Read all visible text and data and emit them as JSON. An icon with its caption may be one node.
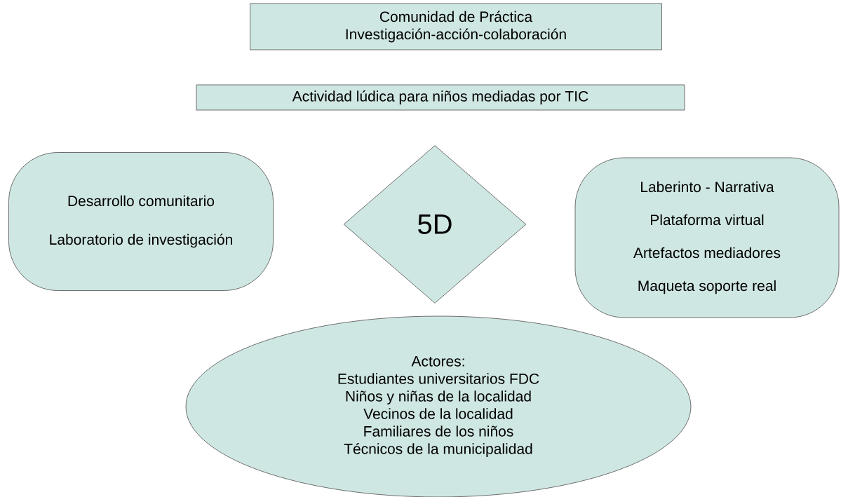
{
  "diagram": {
    "nodes": [
      {
        "text": [
          "Comunidad de Práctica",
          "Investigación-acción-colaboración"
        ]
      },
      {
        "text": [
          "Actividad lúdica para niños mediadas por TIC"
        ]
      },
      {
        "text": [
          "Desarrollo comunitario",
          "Laboratorio de investigación"
        ]
      },
      {
        "text": [
          "5D"
        ]
      },
      {
        "text": [
          "Laberinto - Narrativa",
          "Plataforma virtual",
          "Artefactos mediadores",
          "Maqueta soporte real"
        ]
      },
      {
        "text": [
          "Actores:",
          "Estudiantes universitarios FDC",
          "Niños y niñas de la localidad",
          "Vecinos de la localidad",
          "Familiares de los niños",
          "Técnicos de la municipalidad"
        ]
      }
    ],
    "edges": []
  }
}
